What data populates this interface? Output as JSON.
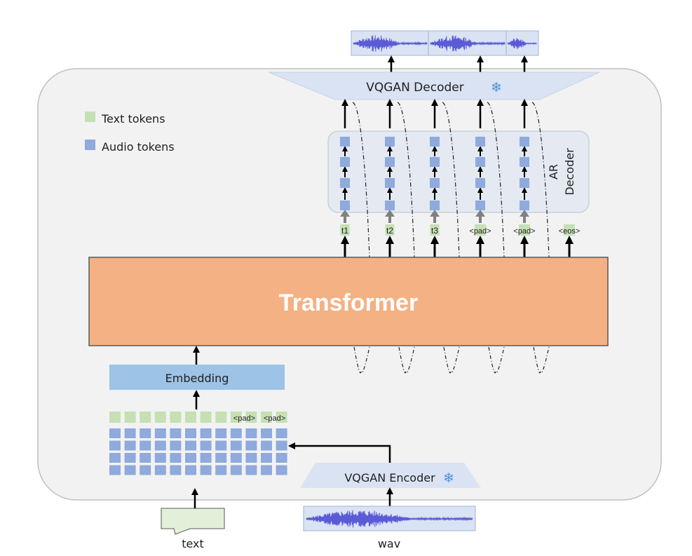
{
  "legend": {
    "items": [
      {
        "label": "Text tokens",
        "color": "#c5e0b4"
      },
      {
        "label": "Audio tokens",
        "color": "#8faadc"
      }
    ]
  },
  "colors": {
    "panel_bg": "#f2f2f2",
    "panel_border": "#bfbfbf",
    "transformer": "#f4b183",
    "embedding": "#9dc3e6",
    "trapezoid": "#dae3f3",
    "ar_box": "#e4e9f2",
    "text_token": "#c5e0b4",
    "audio_token": "#8faadc",
    "waveform": "#5b5bd6"
  },
  "transformer": {
    "label": "Transformer"
  },
  "embedding": {
    "label": "Embedding"
  },
  "vqgan_decoder": {
    "label": "VQGAN Decoder",
    "icon": "snowflake-icon",
    "frozen": true
  },
  "vqgan_encoder": {
    "label": "VQGAN Encoder",
    "icon": "snowflake-icon",
    "frozen": true
  },
  "ar_decoder": {
    "label_line1": "AR",
    "label_line2": "Decoder",
    "columns": 5,
    "tokens_per_column": 4
  },
  "output_tokens": [
    "t1",
    "t2",
    "t3",
    "<pad>",
    "<pad>",
    "<eos>"
  ],
  "input_grid": {
    "columns": 12,
    "text_tokens": 8,
    "pad_labels": [
      "<pad>",
      "<pad>"
    ],
    "audio_rows": 4
  },
  "inputs": {
    "text_label": "text",
    "wav_label": "wav"
  },
  "output_waveform_segments": 3
}
